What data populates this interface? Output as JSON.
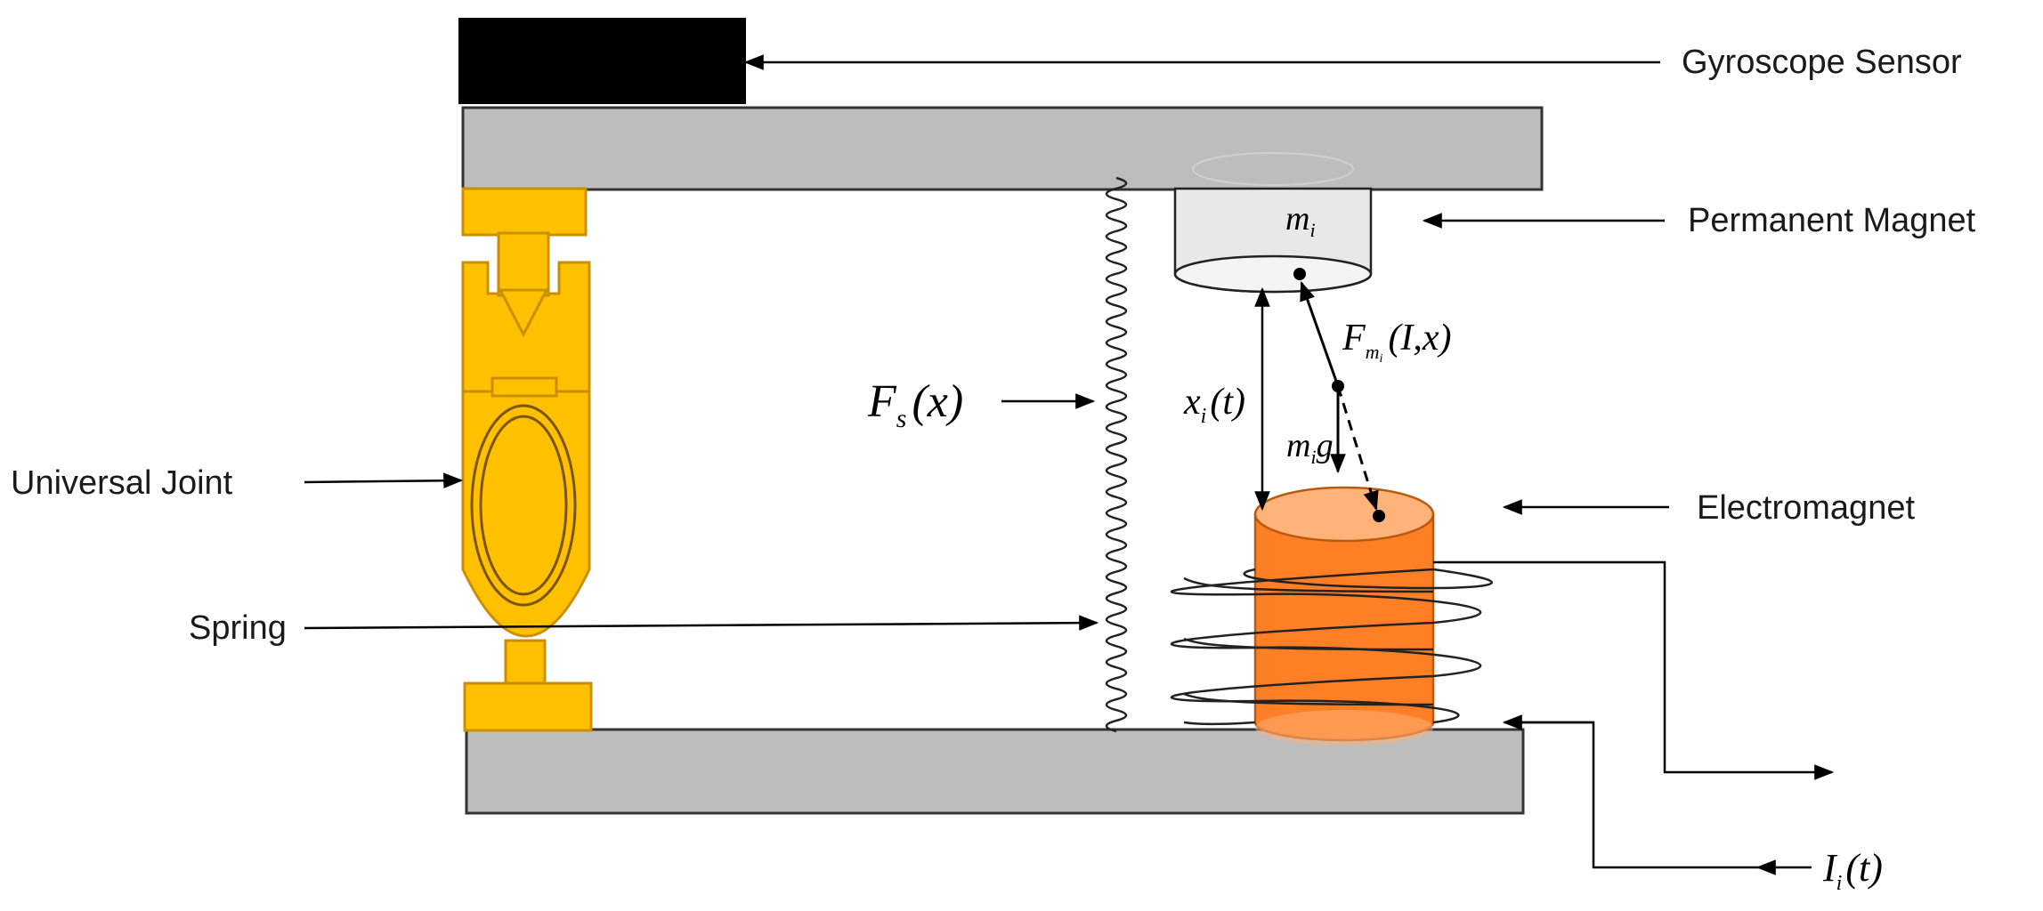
{
  "labels": {
    "gyroscope_sensor": "Gyroscope Sensor",
    "permanent_magnet": "Permanent Magnet",
    "universal_joint": "Universal Joint",
    "electromagnet": "Electromagnet",
    "spring": "Spring"
  },
  "symbols": {
    "magnet_mass": {
      "main": "m",
      "sub": "i"
    },
    "spring_force": {
      "main": "F",
      "sub": "s",
      "arg": "(x)"
    },
    "gap": {
      "main": "x",
      "sub": "i",
      "arg": "(t)"
    },
    "magnetic_force": {
      "main": "F",
      "sub": "m",
      "subsub": "i",
      "arg": "(I,x)"
    },
    "gravity": {
      "main": "m",
      "sub": "i",
      "tail": "g"
    },
    "current": {
      "main": "I",
      "sub": "i",
      "arg": "(t)"
    }
  },
  "colors": {
    "plate": "#bdbdbd",
    "sensor": "#000000",
    "joint": "#ffc000",
    "joint_edge": "#c98f00",
    "magnet": "#e8e8e8",
    "electromagnet": "#ff7f27",
    "electromagnet_top": "#ffb27a"
  }
}
